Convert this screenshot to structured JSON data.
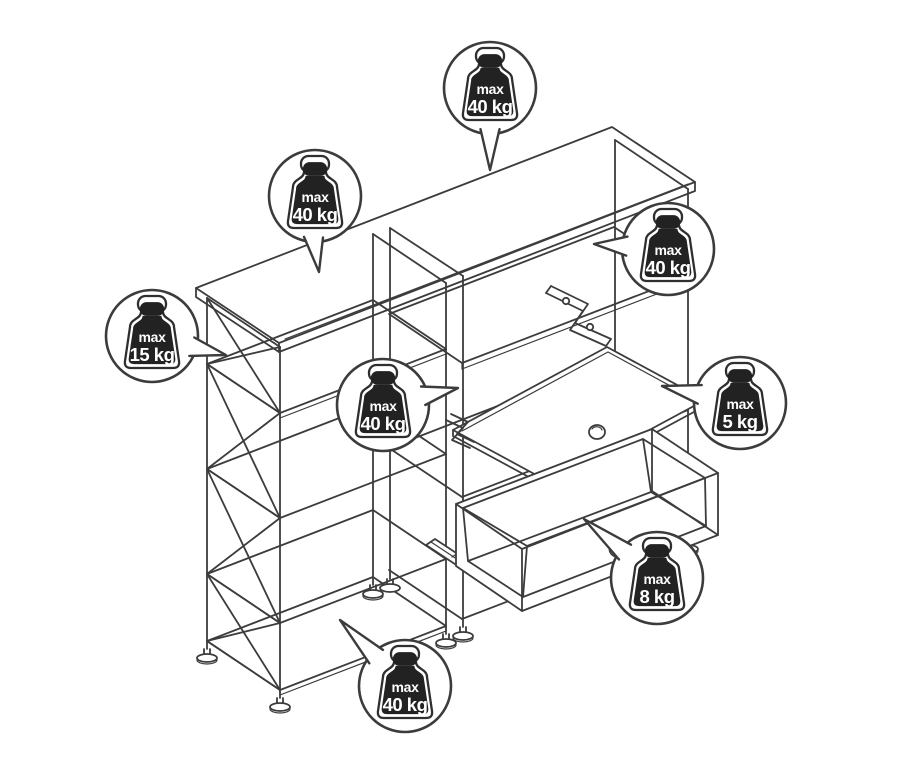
{
  "diagram": {
    "title": "shelving-unit-max-load-diagram",
    "colors": {
      "line": "#3c3c3c",
      "weight_fill": "#222222",
      "label_text": "#ffffff",
      "background": "#ffffff"
    },
    "badges": [
      {
        "id": "top-surface",
        "line1": "max",
        "line2": "40 kg"
      },
      {
        "id": "top-surface-left",
        "line1": "max",
        "line2": "40 kg"
      },
      {
        "id": "upper-shelf",
        "line1": "max",
        "line2": "40 kg"
      },
      {
        "id": "side-rail",
        "line1": "max",
        "line2": "15 kg"
      },
      {
        "id": "middle-shelf",
        "line1": "max",
        "line2": "40 kg"
      },
      {
        "id": "flap-door",
        "line1": "max",
        "line2": "5 kg"
      },
      {
        "id": "drawer",
        "line1": "max",
        "line2": "8 kg"
      },
      {
        "id": "bottom-shelf",
        "line1": "max",
        "line2": "40 kg"
      }
    ]
  }
}
